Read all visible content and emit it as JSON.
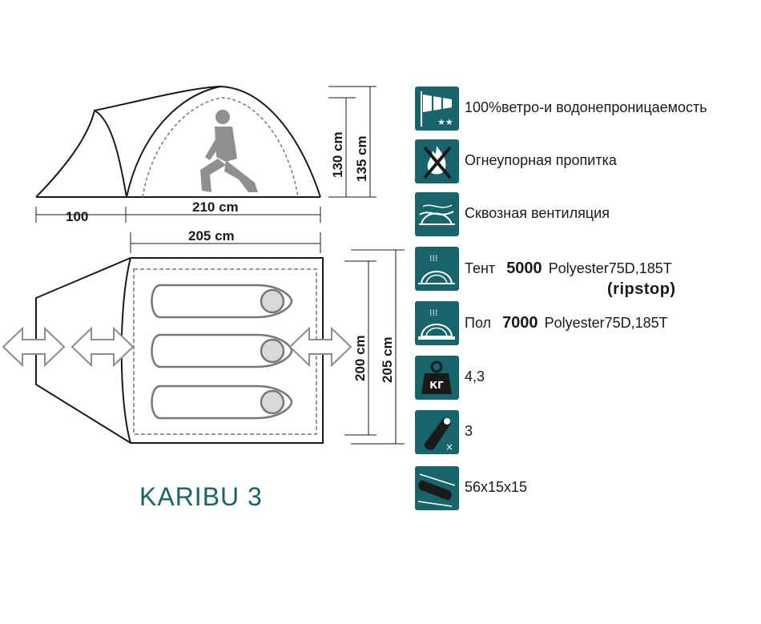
{
  "model": "KARIBU 3",
  "dimensions": {
    "vestibule_length": "100",
    "inner_length_side": "210 cm",
    "inner_length_floor": "205 cm",
    "height_inner": "130 cm",
    "height_outer": "135 cm",
    "floor_width_inner": "200 cm",
    "floor_width_outer": "205 cm"
  },
  "features": [
    {
      "icon": "windsock-icon",
      "text": "100%ветро-и водонепроницаемость"
    },
    {
      "icon": "no-fire-icon",
      "text": "Огнеупорная пропитка"
    },
    {
      "icon": "ventilation-icon",
      "text": "Сквозная вентиляция"
    },
    {
      "icon": "rain-tent-icon",
      "prefix": "Тент",
      "value": "5000",
      "material": "Polyester75D,185T",
      "note": "(ripstop)"
    },
    {
      "icon": "rain-floor-icon",
      "prefix": "Пол",
      "value": "7000",
      "material": "Polyester75D,185T"
    },
    {
      "icon": "weight-kg-icon",
      "icon_text": "КГ",
      "text": "4,3"
    },
    {
      "icon": "sleeping-bag-icon",
      "text": "3"
    },
    {
      "icon": "pack-bag-icon",
      "text": "56x15x15"
    }
  ],
  "colors": {
    "accent": "#17656a",
    "outline": "#1a1a1a",
    "arrow": "#8c8c8c"
  }
}
